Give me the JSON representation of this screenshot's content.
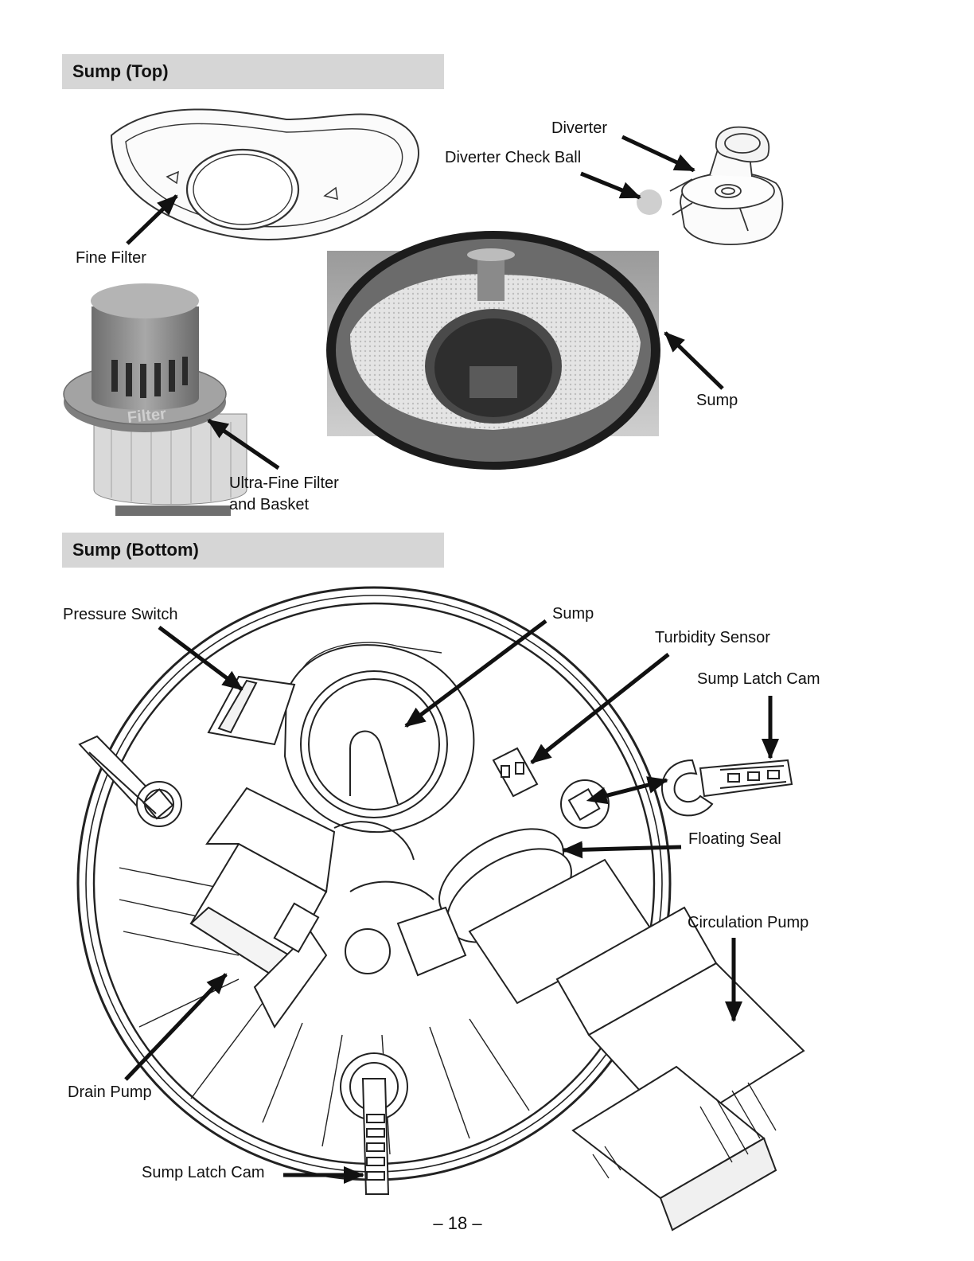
{
  "sections": {
    "top": "Sump (Top)",
    "bottom": "Sump (Bottom)"
  },
  "labels_top": {
    "diverter": "Diverter",
    "diverter_check_ball": "Diverter Check Ball",
    "fine_filter": "Fine Filter",
    "sump": "Sump",
    "ultra_fine_line1": "Ultra-Fine Filter",
    "ultra_fine_line2": "and Basket"
  },
  "labels_bottom": {
    "pressure_switch": "Pressure Switch",
    "sump": "Sump",
    "turbidity_sensor": "Turbidity Sensor",
    "sump_latch_cam_right": "Sump Latch Cam",
    "floating_seal": "Floating Seal",
    "circulation_pump": "Circulation Pump",
    "drain_pump": "Drain Pump",
    "sump_latch_cam_bottom": "Sump Latch Cam"
  },
  "filter_embossed_text": "Filter",
  "page_number": "– 18 –"
}
